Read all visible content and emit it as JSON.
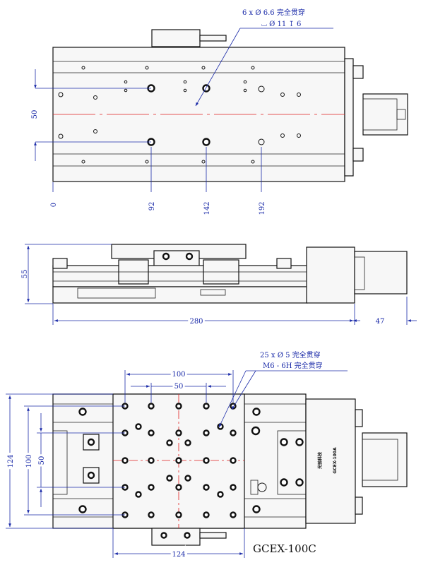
{
  "top_view": {
    "note_line1": "6 x Ø 6.6 完全贯穿",
    "note_line2": "⌴ Ø 11 ↧ 6",
    "dim_left": "50",
    "x_labels": [
      "0",
      "92",
      "142",
      "192"
    ]
  },
  "side_view": {
    "dim_height": "55",
    "dim_length": "280",
    "dim_motor": "47"
  },
  "bottom_view": {
    "note_line1": "25 x Ø 5 完全贯穿",
    "note_line2": "M6 - 6H 完全贯穿",
    "dim_top_100": "100",
    "dim_top_50": "50",
    "dim_left_124": "124",
    "dim_left_100": "100",
    "dim_left_50": "50",
    "dim_bottom_124": "124",
    "brand_label": "光驰科技",
    "model_label": "GCEX-100A",
    "model_title": "GCEX-100C"
  },
  "colors": {
    "dimension": "#1a2aa8",
    "centerline": "#e02020",
    "outline": "#111111"
  }
}
